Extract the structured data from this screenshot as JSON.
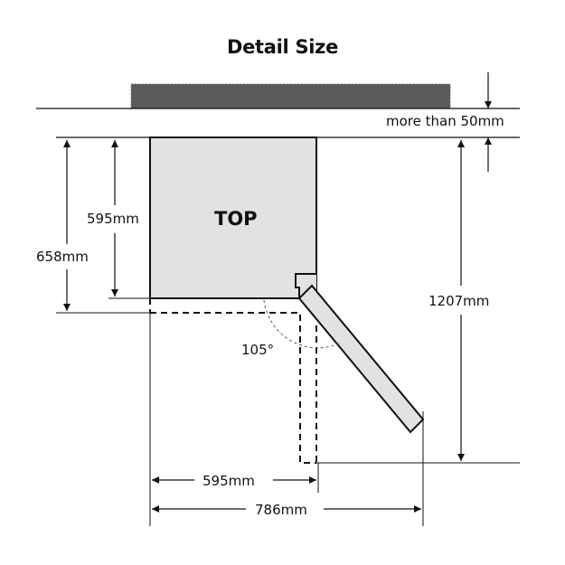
{
  "title": "Detail Size",
  "colors": {
    "wall": "#5a5a5a",
    "fridge_fill": "#e2e2e2",
    "stroke": "#111111",
    "background": "#ffffff"
  },
  "labels": {
    "top": "TOP",
    "clearance_top": "more than 50mm",
    "depth_body": "595mm",
    "depth_total": "658mm",
    "door_open_depth": "1207mm",
    "width_body": "595mm",
    "width_door_open": "786mm",
    "door_angle": "105°"
  }
}
